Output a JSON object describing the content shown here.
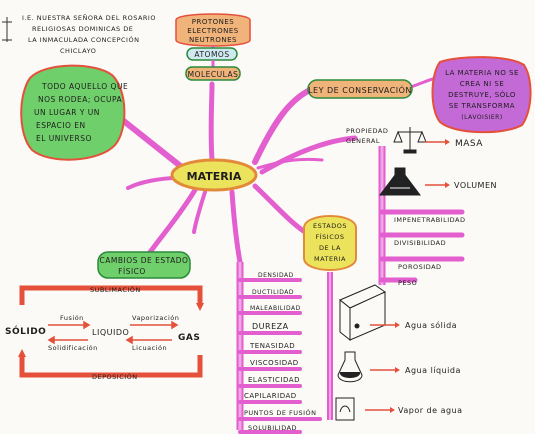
{
  "school": {
    "lines": [
      "I.E. NUESTRA SEÑORA DEL ROSARIO",
      "RELIGIOSAS DOMINICAS DE",
      "LA INMACULADA CONCEPCIÓN",
      "CHICLAYO"
    ]
  },
  "center": "MATERIA",
  "definition": {
    "lines": [
      "TODO AQUELLO QUE",
      "NOS RODEA; OCUPA",
      "UN LUGAR Y UN",
      "ESPACIO EN",
      "EL UNIVERSO"
    ]
  },
  "composition": {
    "particles": [
      "PROTONES",
      "ELECTRONES",
      "NEUTRONES"
    ],
    "atoms": "ATOMOS",
    "molecules": "MOLECULAS"
  },
  "conservation": {
    "title": "LEY DE CONSERVACIÓN",
    "statement": [
      "LA MATERIA NO SE",
      "CREA NI SE",
      "DESTRUYE, SÓLO",
      "SE TRANSFORMA",
      "(LAVOISIER)"
    ]
  },
  "general_props": {
    "title": [
      "PROPIEDAD",
      "GENERAL"
    ],
    "items": [
      "MASA",
      "VOLUMEN",
      "IMPENETRABILIDAD",
      "DIVISIBILIDAD",
      "POROSIDAD",
      "PESO"
    ]
  },
  "states": {
    "title": [
      "ESTADOS",
      "FÍSICOS",
      "DE LA",
      "MATERIA"
    ],
    "items": [
      "Agua sólida",
      "Agua líquida",
      "Vapor de agua"
    ]
  },
  "specific_props": {
    "items": [
      "DENSIDAD",
      "DUCTILIDAD",
      "MALEABILIDAD",
      "DUREZA",
      "TENASIDAD",
      "VISCOSIDAD",
      "ELASTICIDAD",
      "CAPILARIDAD",
      "PUNTOS DE FUSIÓN",
      "SOLUBILIDAD"
    ]
  },
  "changes": {
    "title": [
      "CAMBIOS DE ESTADO",
      "FÍSICO"
    ],
    "sublimation": "SUBLIMACIÓN",
    "deposition": "DEPOSICIÓN",
    "solid": "SÓLIDO",
    "liquid": "LIQUIDO",
    "gas": "GAS",
    "fusion": "Fusión",
    "solidification": "Solidificación",
    "vaporization": "Vaporización",
    "liquefaction": "Licuación"
  },
  "colors": {
    "pink": "#e35fcf",
    "pink_light": "#f1a6e6",
    "green": "#6fcf6a",
    "purple": "#c46ad6",
    "orange": "#f0b37a",
    "yellow": "#ece35c",
    "red": "#e4503a"
  }
}
